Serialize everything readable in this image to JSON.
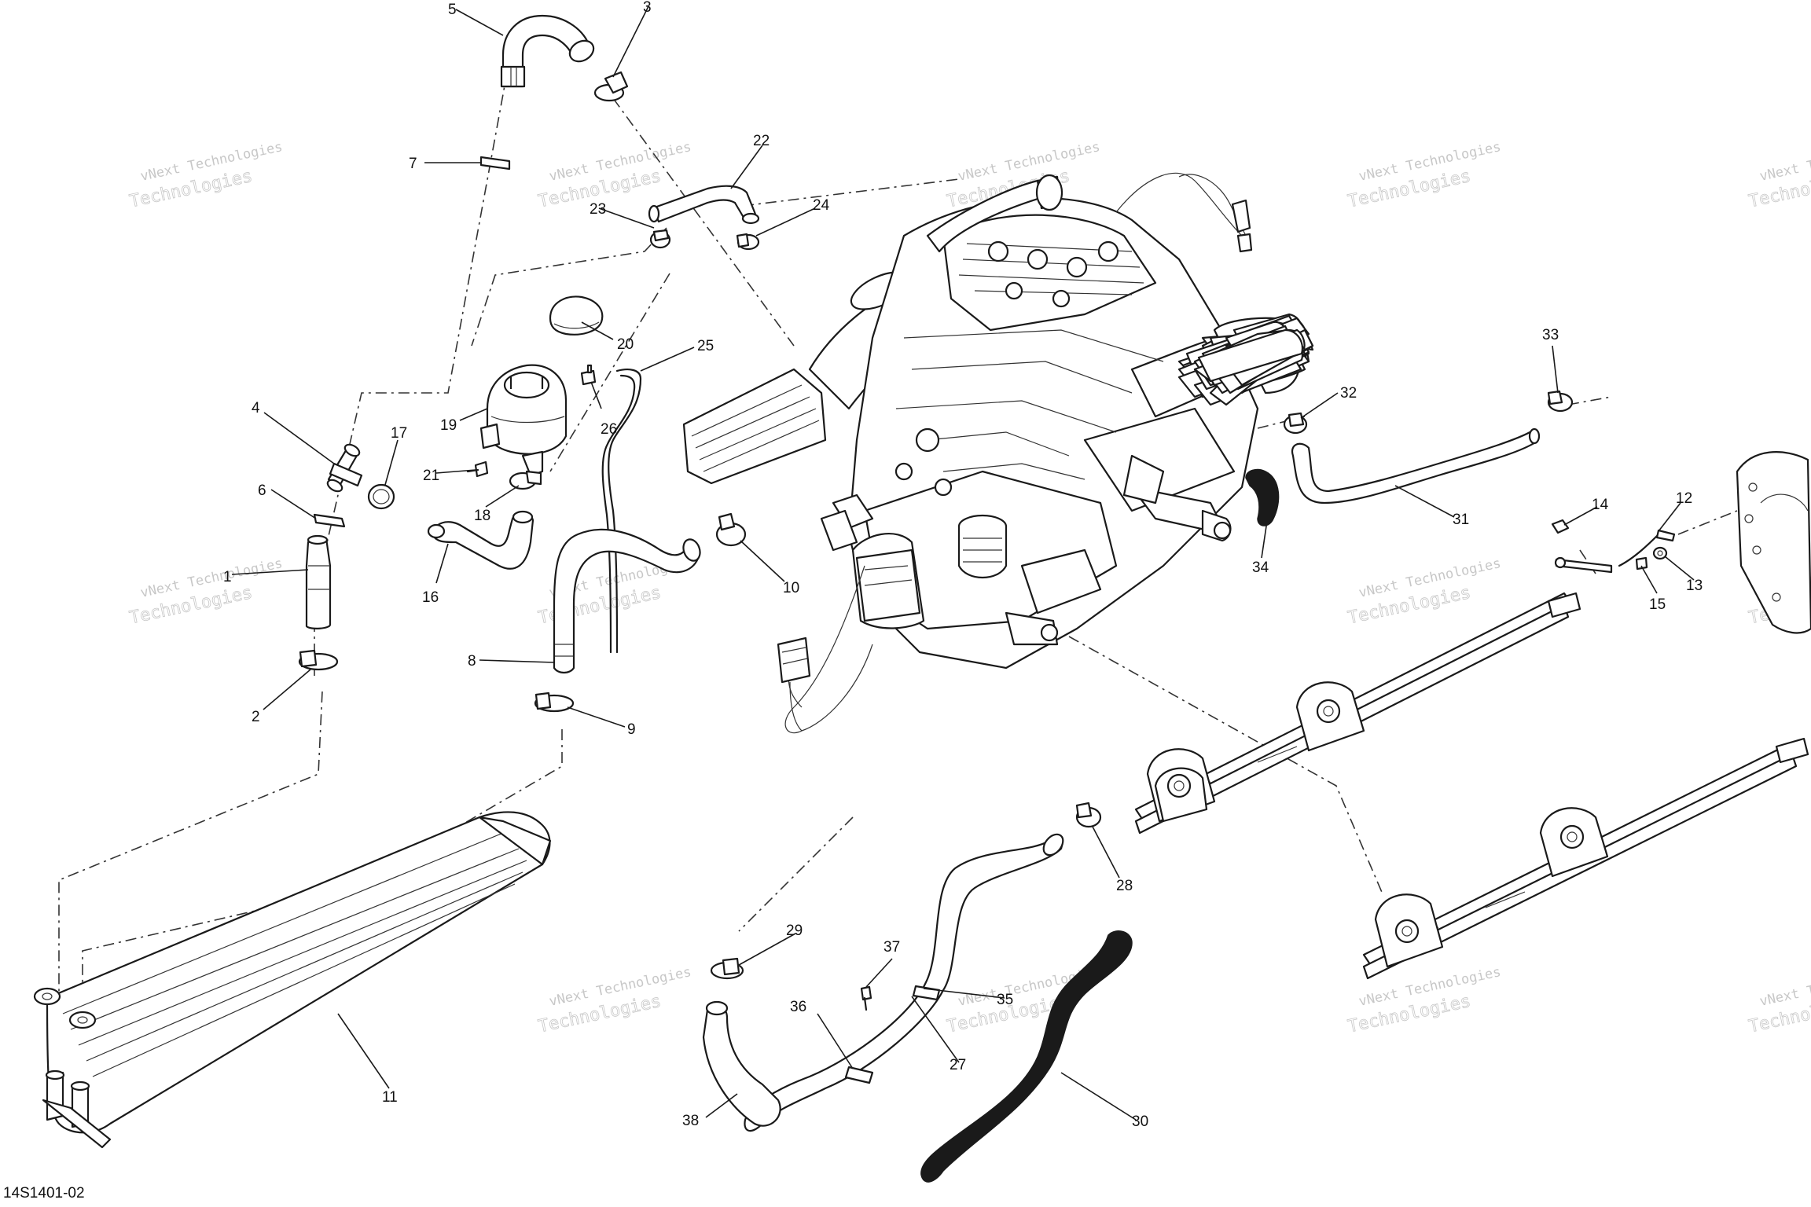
{
  "figure_id": "14S1401-02",
  "watermark": {
    "line1": "vNext Technologies",
    "line2": "Technologies"
  },
  "callouts": [
    {
      "id": "c1",
      "label": "1"
    },
    {
      "id": "c2",
      "label": "2"
    },
    {
      "id": "c3",
      "label": "3"
    },
    {
      "id": "c4",
      "label": "4"
    },
    {
      "id": "c5",
      "label": "5"
    },
    {
      "id": "c6",
      "label": "6"
    },
    {
      "id": "c7",
      "label": "7"
    },
    {
      "id": "c8",
      "label": "8"
    },
    {
      "id": "c9",
      "label": "9"
    },
    {
      "id": "c10",
      "label": "10"
    },
    {
      "id": "c11",
      "label": "11"
    },
    {
      "id": "c12",
      "label": "12"
    },
    {
      "id": "c13",
      "label": "13"
    },
    {
      "id": "c14",
      "label": "14"
    },
    {
      "id": "c15",
      "label": "15"
    },
    {
      "id": "c16",
      "label": "16"
    },
    {
      "id": "c17",
      "label": "17"
    },
    {
      "id": "c18",
      "label": "18"
    },
    {
      "id": "c19",
      "label": "19"
    },
    {
      "id": "c20",
      "label": "20"
    },
    {
      "id": "c21",
      "label": "21"
    },
    {
      "id": "c22",
      "label": "22"
    },
    {
      "id": "c23",
      "label": "23"
    },
    {
      "id": "c24",
      "label": "24"
    },
    {
      "id": "c25",
      "label": "25"
    },
    {
      "id": "c26",
      "label": "26"
    },
    {
      "id": "c27",
      "label": "27"
    },
    {
      "id": "c28",
      "label": "28"
    },
    {
      "id": "c29",
      "label": "29"
    },
    {
      "id": "c30",
      "label": "30"
    },
    {
      "id": "c31",
      "label": "31"
    },
    {
      "id": "c32",
      "label": "32"
    },
    {
      "id": "c33",
      "label": "33"
    },
    {
      "id": "c34",
      "label": "34"
    },
    {
      "id": "c35",
      "label": "35"
    },
    {
      "id": "c36",
      "label": "36"
    },
    {
      "id": "c37",
      "label": "37"
    },
    {
      "id": "c38",
      "label": "38"
    }
  ]
}
